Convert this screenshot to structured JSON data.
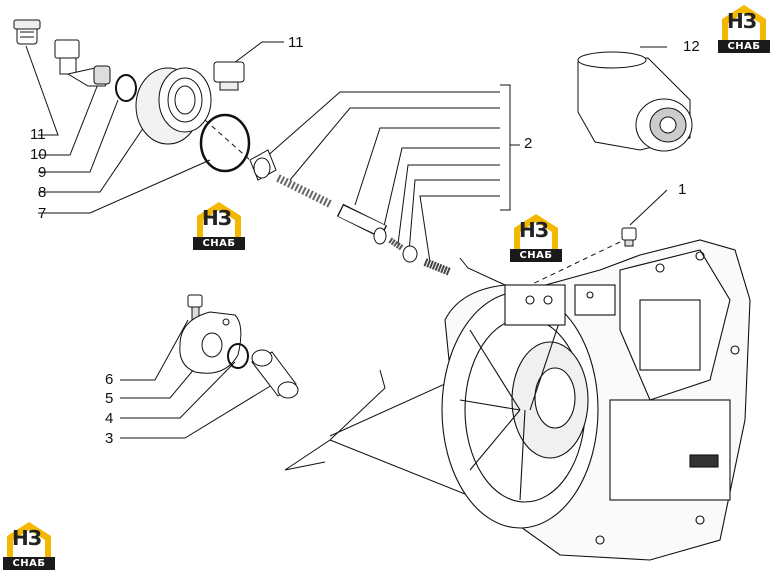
{
  "brand": {
    "mark": "НЗ",
    "name": "СНАБ",
    "colors": {
      "accent": "#f5b800",
      "dark": "#1a1a1a"
    }
  },
  "callouts": {
    "c1": "1",
    "c2": "2",
    "c3": "3",
    "c4": "4",
    "c5": "5",
    "c6": "6",
    "c7": "7",
    "c8": "8",
    "c9": "9",
    "c10": "10",
    "c11a": "11",
    "c11b": "11",
    "c12": "12"
  }
}
